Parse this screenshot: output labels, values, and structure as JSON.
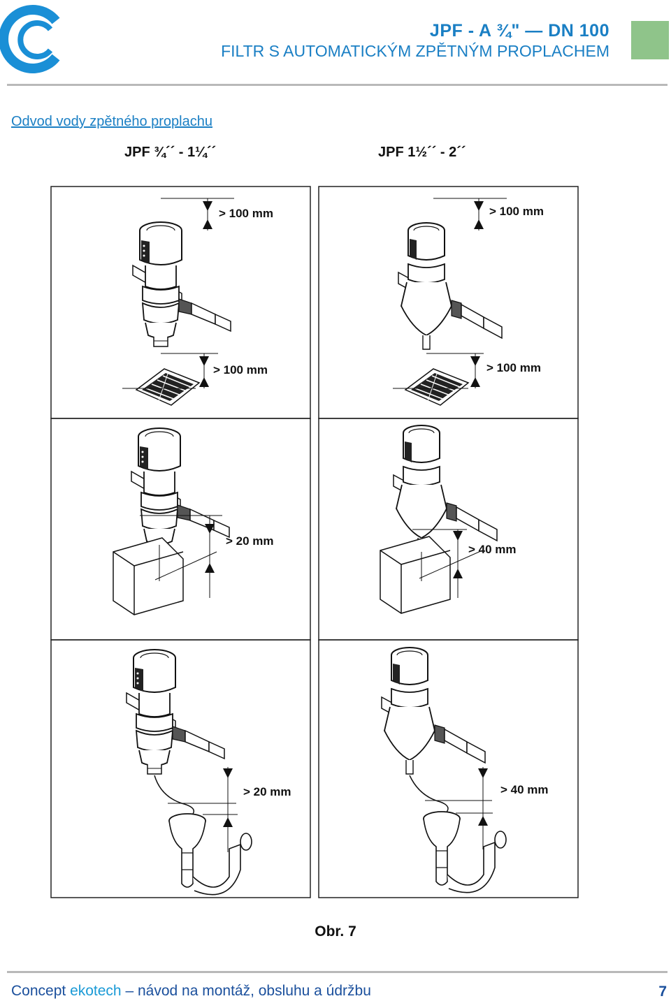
{
  "header": {
    "title_line1": "JPF - A  ¾\"  — DN 100",
    "title_line2": "FILTR S AUTOMATICKÝM ZPĚTNÝM PROPLACHEM",
    "logo_icon": "ring-logo-icon",
    "accent_color": "#1a7fc4",
    "marker_color": "#8fc48a"
  },
  "section": {
    "heading": "Odvod vody zpětného proplachu",
    "left_column": "JPF ¾´´ - 1¼´´",
    "right_column": "JPF 1½´´ - 2´´"
  },
  "panels": [
    {
      "label_top": "> 100 mm",
      "label_bottom": "> 100 mm",
      "drain": "floor-grate"
    },
    {
      "label_top": "> 100 mm",
      "label_bottom": "> 100 mm",
      "drain": "floor-grate"
    },
    {
      "label": "> 20 mm",
      "drain": "sink-basin"
    },
    {
      "label": "> 40 mm",
      "drain": "sink-basin"
    },
    {
      "label": "> 20 mm",
      "drain": "funnel-siphon"
    },
    {
      "label": "> 40 mm",
      "drain": "funnel-siphon"
    }
  ],
  "caption": "Obr. 7",
  "footer": {
    "prefix": "Concept ",
    "brand": "ekotech",
    "rest": " – návod na montáž, obsluhu a údržbu",
    "page_number": "7"
  }
}
